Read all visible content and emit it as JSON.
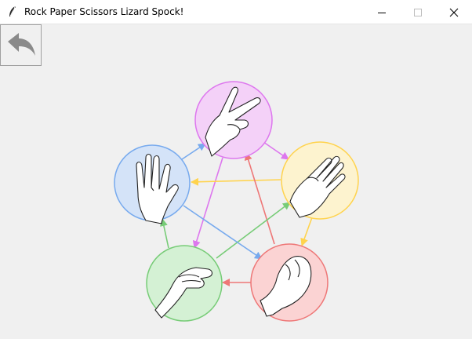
{
  "window": {
    "title": "Rock Paper Scissors Lizard Spock!",
    "icons": {
      "app": "feather-icon",
      "minimize": "minimize-icon",
      "maximize": "maximize-icon",
      "close": "close-icon"
    }
  },
  "toolbar": {
    "back_icon": "back-arrow-icon"
  },
  "game": {
    "choices": [
      {
        "id": "scissors",
        "color": "#dd77ee",
        "fill": "#f4d1f8"
      },
      {
        "id": "paper",
        "color": "#ffd34d",
        "fill": "#fdf3cf"
      },
      {
        "id": "rock",
        "color": "#ee7777",
        "fill": "#fbd3d3"
      },
      {
        "id": "lizard",
        "color": "#77cc77",
        "fill": "#d4f1d4"
      },
      {
        "id": "spock",
        "color": "#77aaee",
        "fill": "#d4e3f8"
      }
    ]
  }
}
